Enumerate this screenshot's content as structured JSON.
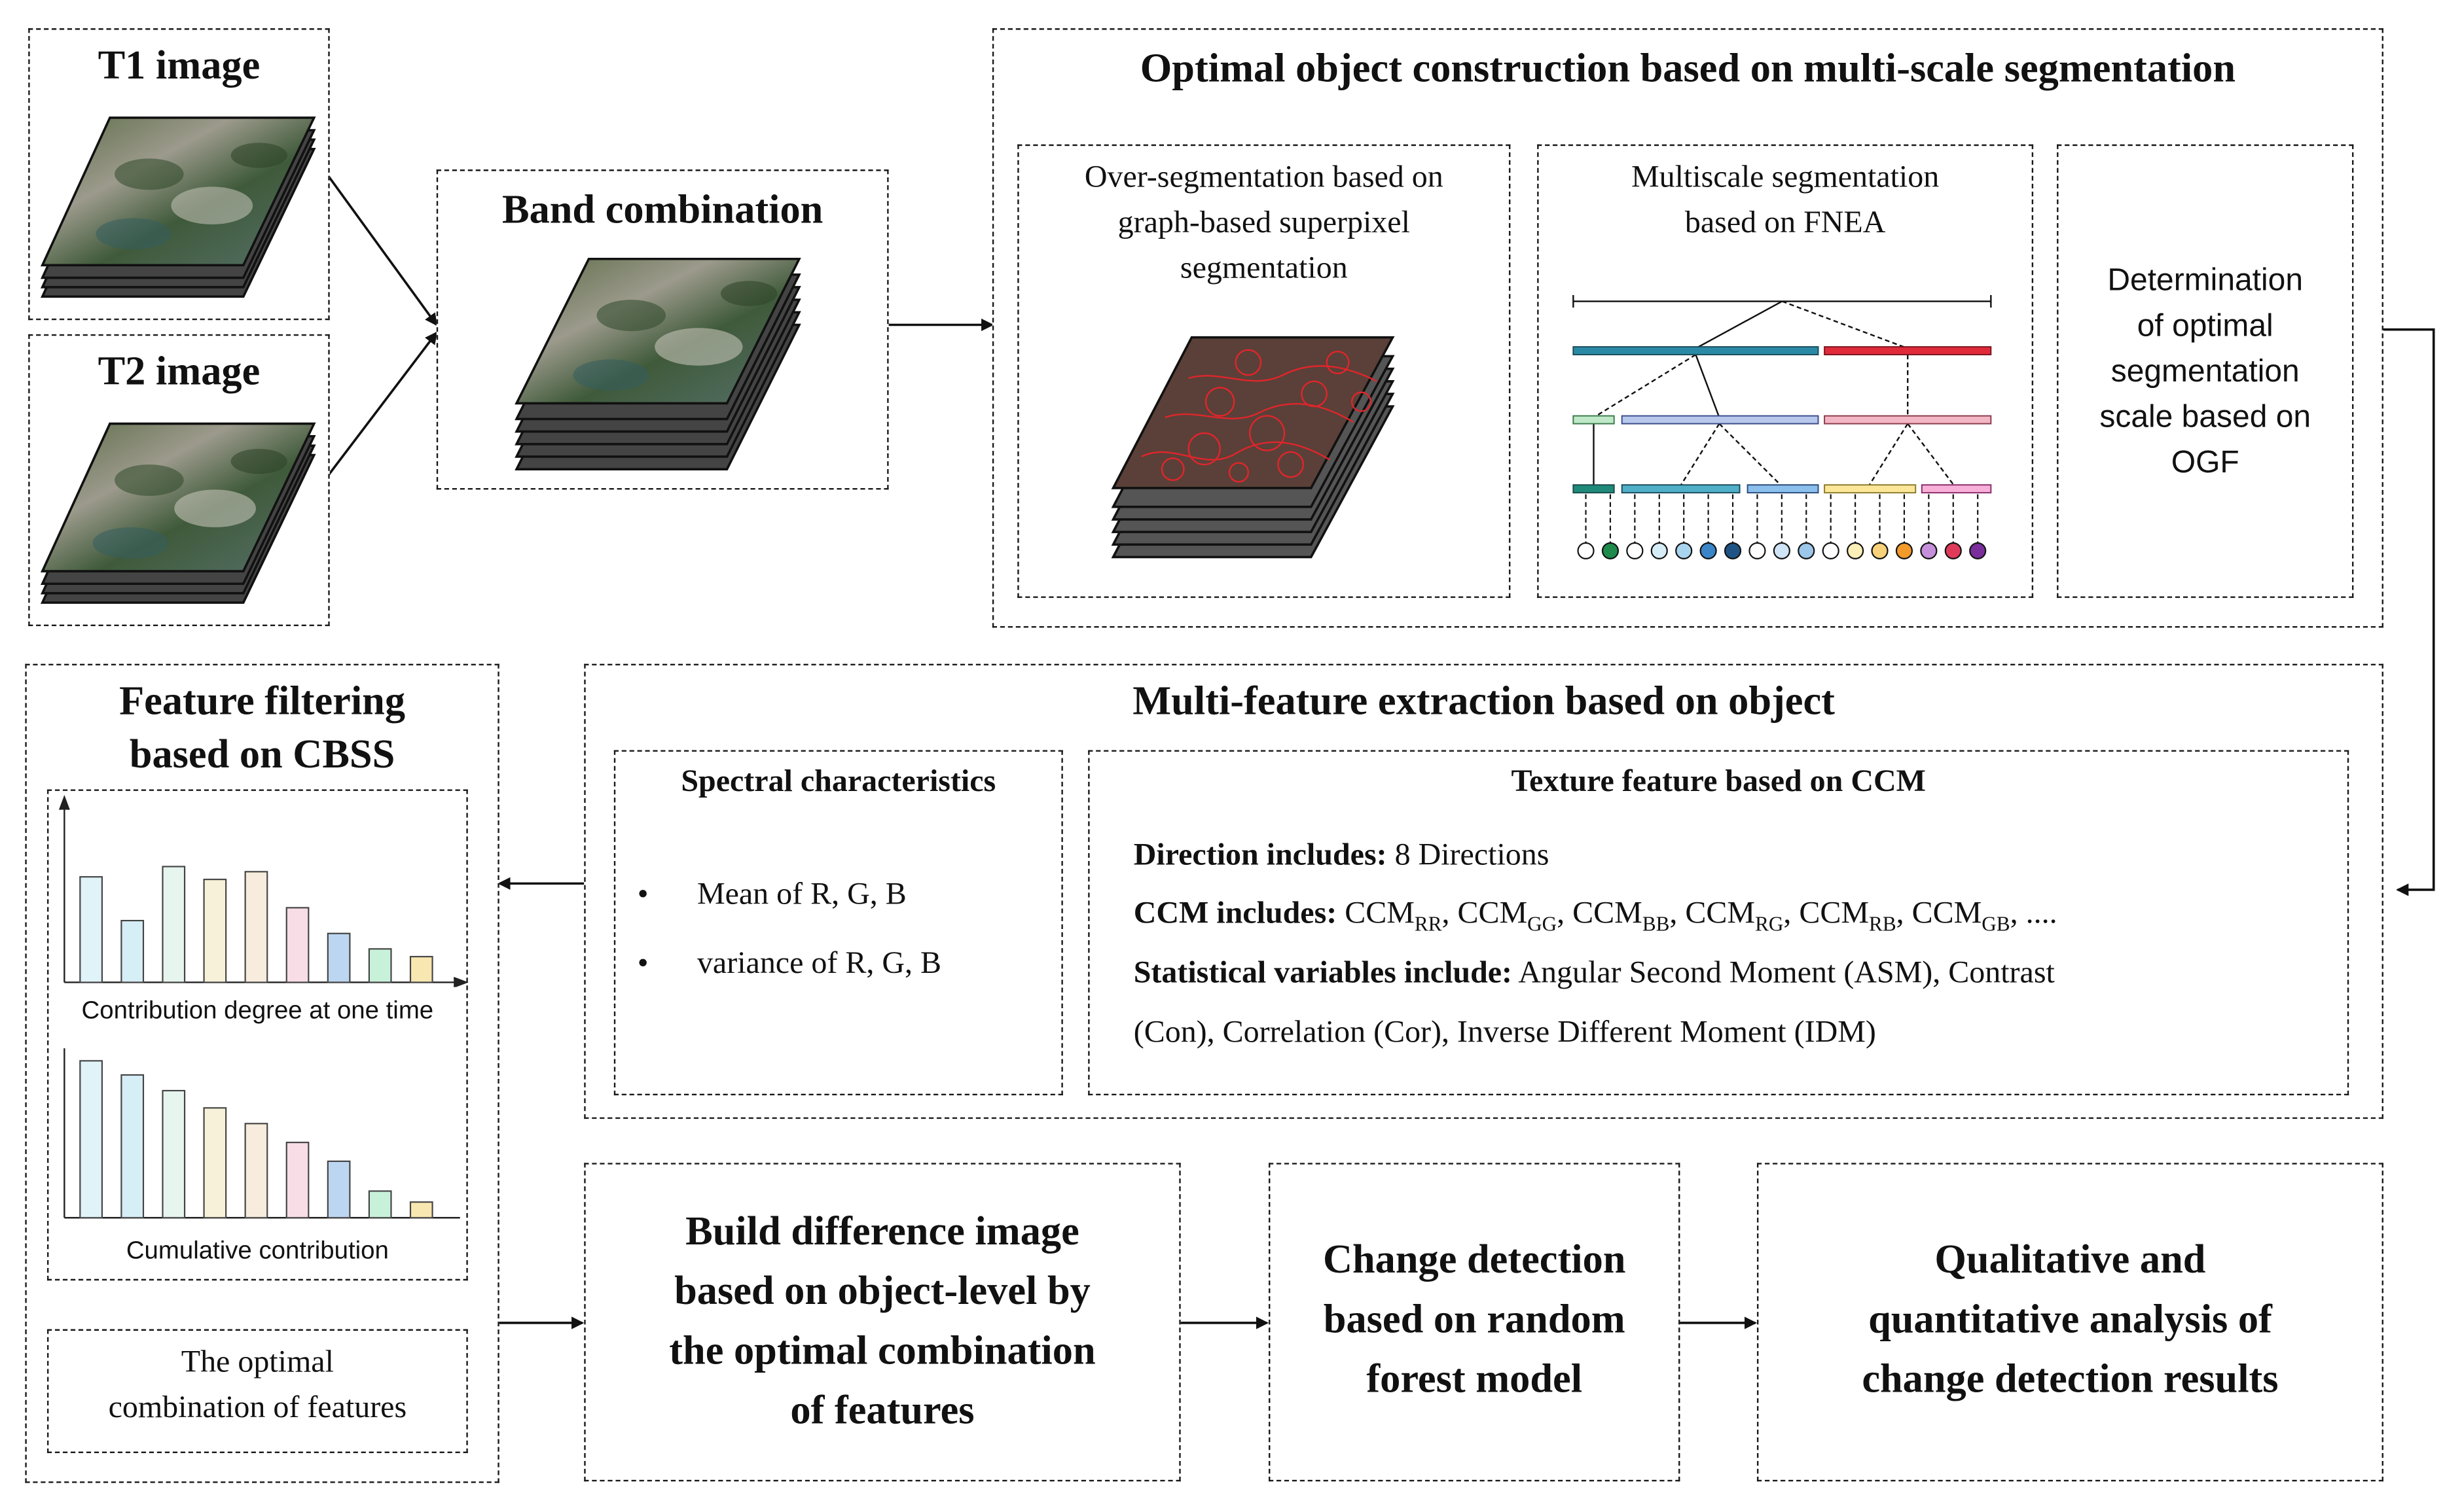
{
  "t1": {
    "title": "T1 image"
  },
  "t2": {
    "title": "T2 image"
  },
  "band": {
    "title": "Band combination"
  },
  "optimal": {
    "title": "Optimal object construction based on multi-scale segmentation",
    "over": [
      "Over-segmentation based on",
      "graph-based superpixel",
      "segmentation"
    ],
    "multi": [
      "Multiscale segmentation",
      "based on FNEA"
    ],
    "determ": [
      "Determination",
      "of optimal",
      "segmentation",
      "scale based on",
      "OGF"
    ]
  },
  "filter": {
    "title": [
      "Feature filtering",
      "based on CBSS"
    ],
    "chart1_caption": "Contribution degree at one time",
    "chart2_caption": "Cumulative contribution",
    "result": [
      "The optimal",
      "combination of features"
    ]
  },
  "multi_feature": {
    "title": "Multi-feature extraction based on object",
    "spectral": {
      "title": "Spectral characteristics",
      "items": [
        "Mean of R, G, B",
        "variance of R, G, B"
      ]
    },
    "texture": {
      "title": "Texture feature based on CCM",
      "direction_label": "Direction includes:",
      "direction_value": " 8 Directions",
      "ccm_label": "CCM includes:",
      "ccm_items": [
        {
          "base": "CCM",
          "sub": "RR"
        },
        {
          "base": "CCM",
          "sub": "GG"
        },
        {
          "base": "CCM",
          "sub": "BB"
        },
        {
          "base": "CCM",
          "sub": "RG"
        },
        {
          "base": "CCM",
          "sub": "RB"
        },
        {
          "base": "CCM",
          "sub": "GB"
        }
      ],
      "ccm_tail": ", ....",
      "stat_label": "Statistical variables include:",
      "stat_line1": " Angular Second Moment (ASM), Contrast",
      "stat_line2": "(Con), Correlation (Cor), Inverse Different Moment (IDM)"
    }
  },
  "build": {
    "title": [
      "Build difference image",
      "based on object-level by",
      "the optimal combination",
      "of features"
    ]
  },
  "change": {
    "title": [
      "Change detection",
      "based on random",
      "forest model"
    ]
  },
  "qual": {
    "title": [
      "Qualitative and",
      "quantitative analysis of",
      "change detection results"
    ]
  },
  "charts": [
    {
      "values": [
        0.82,
        0.48,
        0.9,
        0.8,
        0.86,
        0.58,
        0.38,
        0.26,
        0.2
      ],
      "colors": [
        "#dff3f8",
        "#d6eef6",
        "#e6f5ee",
        "#f8f1d9",
        "#f7ecdd",
        "#f8dde6",
        "#bcd6f1",
        "#c8f1da",
        "#f8e7b0"
      ]
    },
    {
      "values": [
        1.0,
        0.91,
        0.81,
        0.7,
        0.6,
        0.48,
        0.36,
        0.17,
        0.1
      ],
      "colors": [
        "#dff3f8",
        "#d6eef6",
        "#e6f5ee",
        "#f8f1d9",
        "#f7ecdd",
        "#f8dde6",
        "#bcd6f1",
        "#c8f1da",
        "#f8e7b0"
      ]
    }
  ],
  "tree_leaf_colors": [
    "#ffffff",
    "#1e8a4c",
    "#ffffff",
    "#d6ecf6",
    "#a9d4ee",
    "#3a85c7",
    "#1f5384",
    "#ffffff",
    "#cfe4f6",
    "#9cc6ea",
    "#ffffff",
    "#fcefb8",
    "#f7d27a",
    "#f29a2a",
    "#c58fd9",
    "#e03a5a",
    "#7a2e9c"
  ]
}
